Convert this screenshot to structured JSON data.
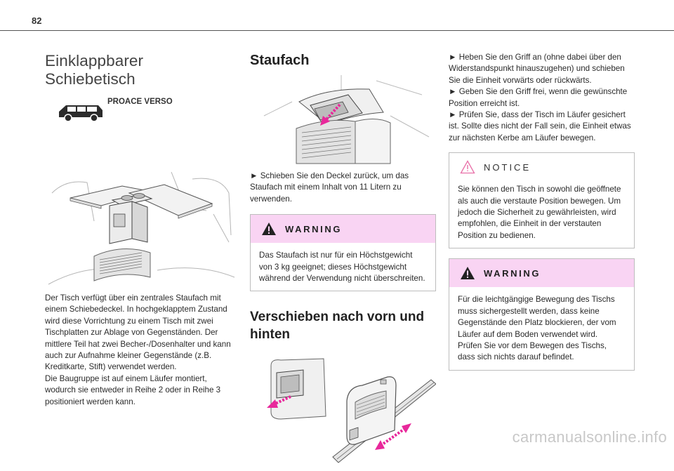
{
  "page": {
    "number": "82"
  },
  "section1": {
    "title": "Einklappbarer Schiebetisch",
    "model_label": "PROACE VERSO",
    "paragraph": "Der Tisch verfügt über ein zentrales Staufach mit einem Schiebedeckel. In hochgeklapptem Zustand wird diese Vorrichtung zu einem Tisch mit zwei Tischplatten zur Ablage von Gegenständen. Der mittlere Teil hat zwei Becher-/Dosenhalter und kann auch zur Aufnahme kleiner Gegenstände (z.B. Kreditkarte, Stift) verwendet werden.",
    "paragraph2": "Die Baugruppe ist auf einem Läufer montiert, wodurch sie entweder in Reihe 2 oder in Reihe 3 positioniert werden kann."
  },
  "section2": {
    "title": "Staufach",
    "instruction": "► Schieben Sie den Deckel zurück, um das Staufach mit einem Inhalt von 11 Litern zu verwenden.",
    "warning": {
      "label": "WARNING",
      "text": "Das Staufach ist nur für ein Höchstgewicht von 3 kg geeignet; dieses Höchstgewicht während der Verwendung nicht überschreiten."
    }
  },
  "section3": {
    "title": "Verschieben nach vorn und hinten",
    "steps": [
      "► Heben Sie den Griff an (ohne dabei über den Widerstandspunkt hinauszugehen) und schieben Sie die Einheit vorwärts oder rückwärts.",
      "► Geben Sie den Griff frei, wenn die gewünschte Position erreicht ist.",
      "► Prüfen Sie, dass der Tisch im Läufer gesichert ist. Sollte dies nicht der Fall sein, die Einheit etwas zur nächsten Kerbe am Läufer bewegen."
    ],
    "notice": {
      "label": "NOTICE",
      "text": "Sie können den Tisch in sowohl die geöffnete als auch die verstaute Position bewegen. Um jedoch die Sicherheit zu gewährleisten, wird empfohlen, die Einheit in der verstauten Position zu bedienen."
    },
    "warning": {
      "label": "WARNING",
      "text": "Für die leichtgängige Bewegung des Tischs muss sichergestellt werden, dass keine Gegenstände den Platz blockieren, der vom Läufer auf dem Boden verwendet wird.",
      "text2": "Prüfen Sie vor dem Bewegen des Tischs, dass sich nichts darauf befindet."
    }
  },
  "footer": {
    "watermark": "carmanualsonline.info"
  },
  "colors": {
    "warning_header": "#f9d4f3",
    "arrow": "#e8289b",
    "notice_icon": "#e86fa8"
  },
  "icons": [
    "van-icon",
    "warning-triangle-icon",
    "notice-triangle-icon"
  ]
}
